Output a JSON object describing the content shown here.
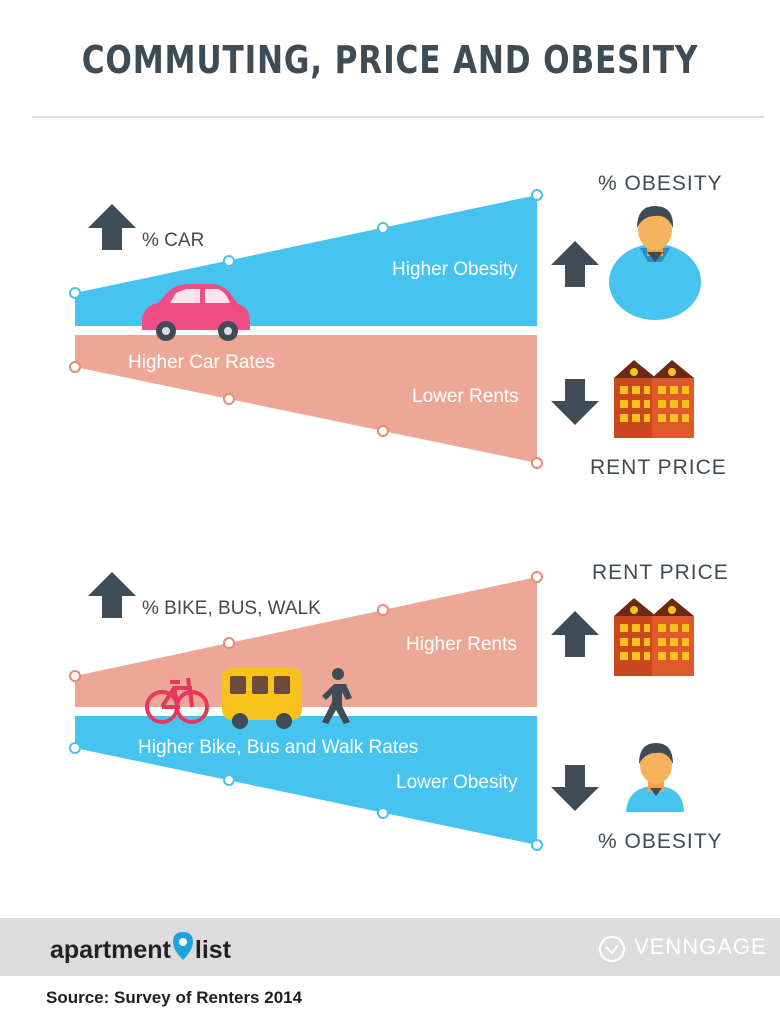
{
  "title": "COMMUTING, PRICE AND OBESITY",
  "panel_car": {
    "indicator": "% CAR",
    "upper_band_label": "Higher Obesity",
    "lower_band_top_label": "Higher Car Rates",
    "lower_band_label": "Lower Rents",
    "right_top_label": "% OBESITY",
    "right_bottom_label": "RENT PRICE",
    "obesity_trend": "up",
    "rent_trend": "down"
  },
  "panel_bike": {
    "indicator": "% BIKE, BUS, WALK",
    "upper_band_label": "Higher Rents",
    "lower_band_top_label": "Higher Bike, Bus and Walk Rates",
    "lower_band_label": "Lower Obesity",
    "right_top_label": "RENT PRICE",
    "right_bottom_label": "% OBESITY",
    "rent_trend": "up",
    "obesity_trend": "down"
  },
  "footer": {
    "brand": "apartment",
    "brand_suffix": "list",
    "venngage": "VENNGAGE",
    "source": "Source: Survey of Renters 2014"
  },
  "icons": [
    "arrow-up-icon",
    "arrow-down-icon",
    "car-icon",
    "bicycle-icon",
    "bus-icon",
    "walker-icon",
    "person-icon",
    "building-icon",
    "venngage-logo-icon",
    "map-pin-icon"
  ],
  "colors": {
    "blue": "#47c3ef",
    "salmon": "#eda796",
    "dark": "#3f4b55",
    "car": "#ef4d83",
    "bus": "#f8c21d",
    "building": "#c9481d"
  }
}
